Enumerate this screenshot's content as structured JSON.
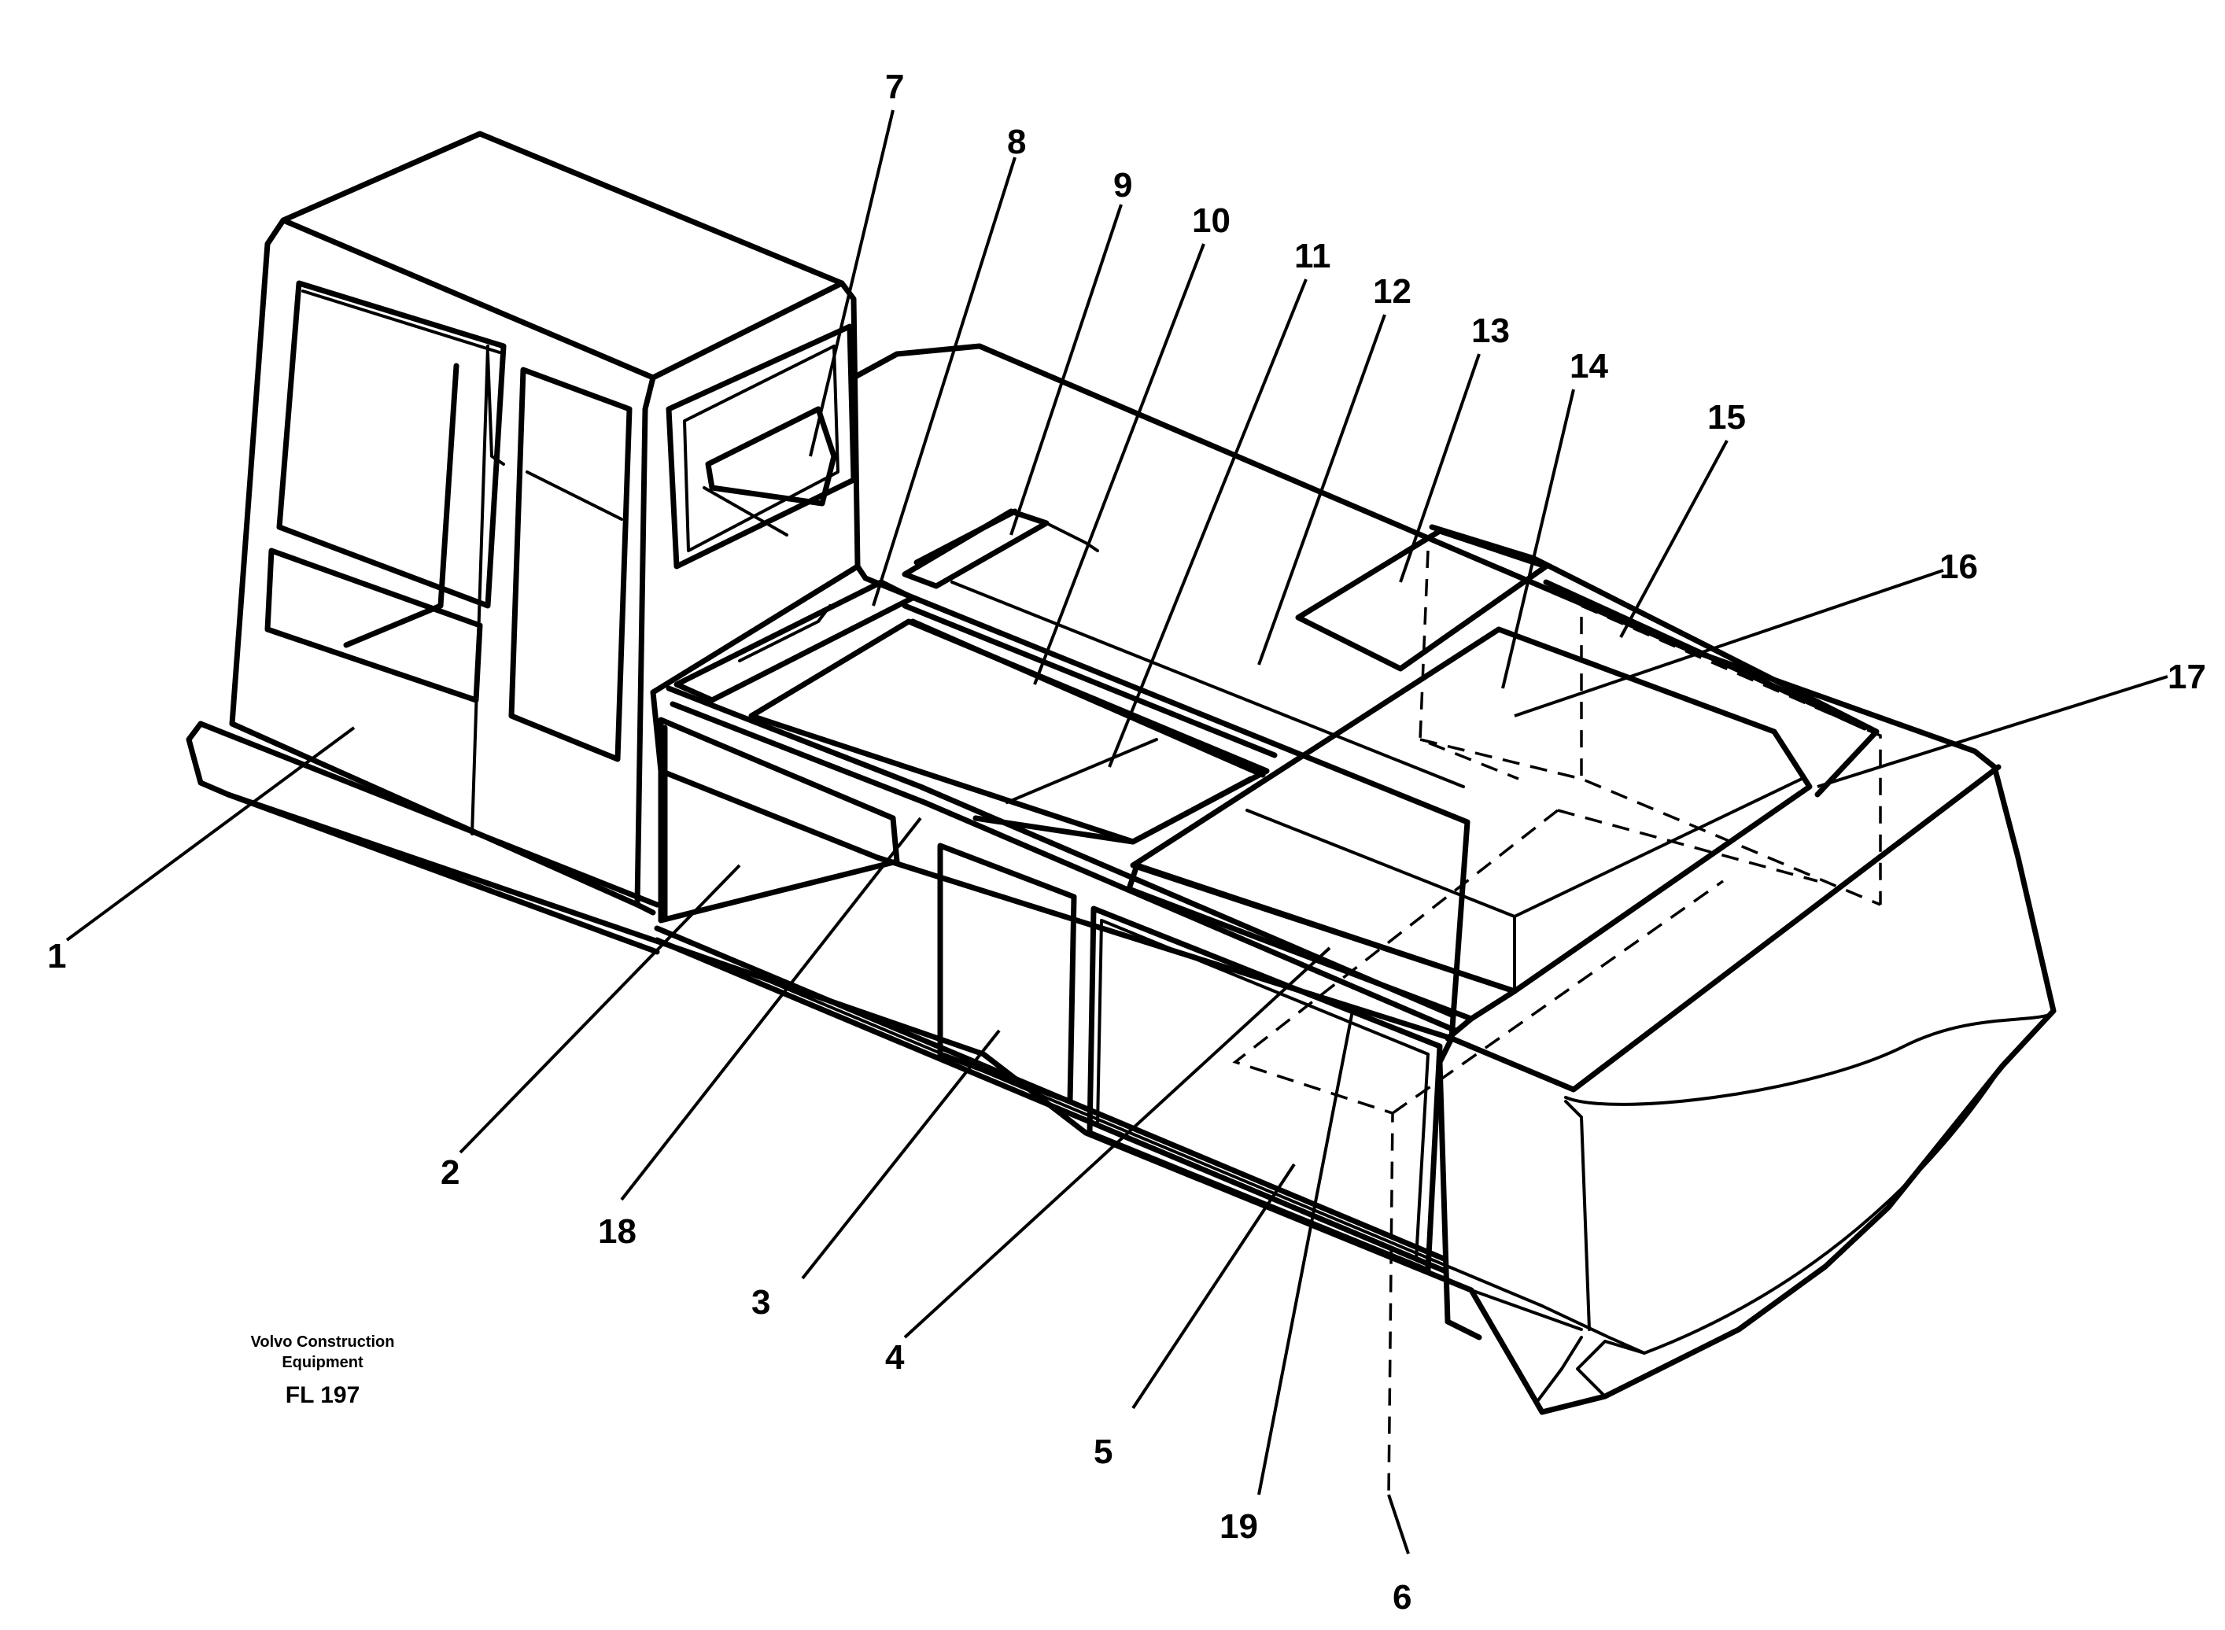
{
  "credit": {
    "line1": "Volvo Construction",
    "line2": "Equipment",
    "figure_id": "FL 197"
  },
  "callouts": [
    {
      "id": "1",
      "text": "1"
    },
    {
      "id": "2",
      "text": "2"
    },
    {
      "id": "3",
      "text": "3"
    },
    {
      "id": "4",
      "text": "4"
    },
    {
      "id": "5",
      "text": "5"
    },
    {
      "id": "6",
      "text": "6"
    },
    {
      "id": "7",
      "text": "7"
    },
    {
      "id": "8",
      "text": "8"
    },
    {
      "id": "9",
      "text": "9"
    },
    {
      "id": "10",
      "text": "10"
    },
    {
      "id": "11",
      "text": "11"
    },
    {
      "id": "12",
      "text": "12"
    },
    {
      "id": "13",
      "text": "13"
    },
    {
      "id": "14",
      "text": "14"
    },
    {
      "id": "15",
      "text": "15"
    },
    {
      "id": "16",
      "text": "16"
    },
    {
      "id": "17",
      "text": "17"
    },
    {
      "id": "18",
      "text": "18"
    },
    {
      "id": "19",
      "text": "19"
    }
  ]
}
